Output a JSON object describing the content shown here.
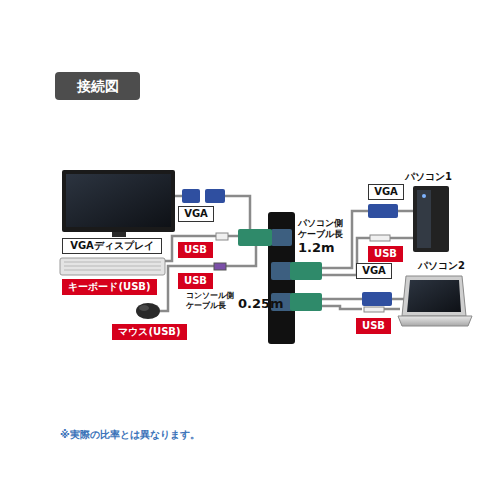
{
  "diagram": {
    "title": "接続図",
    "caption": "※実際の比率とは異なります。",
    "nodes": [
      {
        "text": [
          "VGA"
        ]
      },
      {
        "text": [
          "VGAディスプレイ"
        ]
      },
      {
        "text": [
          "USB"
        ]
      },
      {
        "text": [
          "キーボード(USB)"
        ]
      },
      {
        "text": [
          "USB"
        ]
      },
      {
        "text": [
          "マウス(USB)"
        ]
      },
      {
        "text": [
          "VGA"
        ]
      },
      {
        "text": [
          "USB"
        ]
      },
      {
        "text": [
          "VGA"
        ]
      },
      {
        "text": [
          "USB"
        ]
      }
    ],
    "labels": [
      "パソコン側 ケーブル長",
      "1.2m",
      "コンソール側 ケーブル長",
      "0.25m",
      "パソコン1",
      "パソコン2"
    ]
  }
}
